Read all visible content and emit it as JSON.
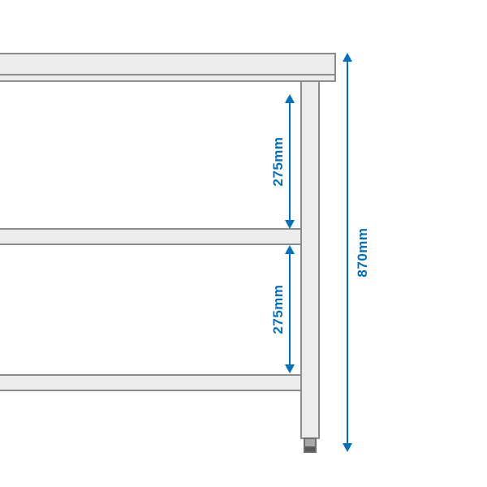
{
  "diagram": {
    "title": "work table side view with dimension annotations",
    "labels": {
      "upper_shelf_gap": "275mm",
      "lower_shelf_gap": "275mm",
      "overall_height": "870mm"
    },
    "colors": {
      "dimension_blue": "#0070c0",
      "steel_fill": "#ececec",
      "steel_outline": "#8c8c8c",
      "foot_fill": "#a8a8a8"
    }
  }
}
